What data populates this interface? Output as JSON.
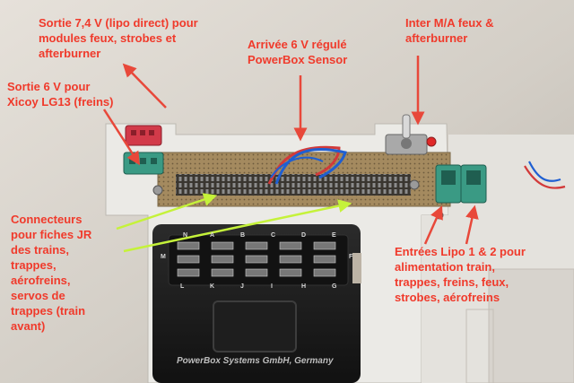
{
  "annotations": {
    "sortie_74": [
      "Sortie 7,4 V (lipo direct) pour",
      "modules feux, strobes et",
      "afterburner"
    ],
    "arrivee_6v": [
      "Arrivée 6 V régulé",
      "PowerBox Sensor"
    ],
    "inter_ma": [
      "Inter M/A feux &",
      "afterburner"
    ],
    "sortie_6v": [
      "Sortie 6 V pour",
      "Xicoy LG13 (freins)"
    ],
    "connecteurs": [
      "Connecteurs",
      "pour fiches JR",
      "des trains,",
      "trappes,",
      "aérofreins,",
      "servos de",
      "trappes (train",
      "avant)"
    ],
    "entrees_lipo": [
      "Entrées Lipo 1 & 2 pour",
      "alimentation train,",
      "trappes, freins, feux,",
      "strobes, aérofreins"
    ]
  },
  "device": {
    "brand_label": "PowerBox Systems GmbH, Germany",
    "top_letters": [
      "N",
      "A",
      "B",
      "C",
      "D",
      "E"
    ],
    "side_letters": [
      "M",
      "F"
    ],
    "bottom_letters": [
      "L",
      "K",
      "J",
      "I",
      "H",
      "G"
    ]
  },
  "colors": {
    "annotation_text": "#f03a2b",
    "arrow_red": "#e8483a",
    "arrow_green": "#c5f23a",
    "connector_green": "#3a9a84",
    "connector_red": "#d23a49",
    "powerbox_body": "#1c1c1c",
    "perfboard": "#a48a5f"
  }
}
